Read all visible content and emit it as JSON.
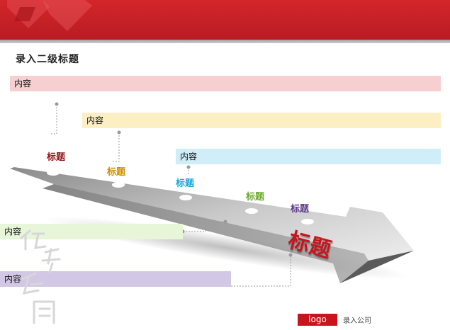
{
  "header": {
    "subtitle": "录入二级标题"
  },
  "content_boxes": [
    {
      "text": "内容",
      "color": "#f6d0d0"
    },
    {
      "text": "内容",
      "color": "#fcefc4"
    },
    {
      "text": "内容",
      "color": "#cfeefa"
    },
    {
      "text": "内容",
      "color": "#e7f5d8"
    },
    {
      "text": "内容",
      "color": "#d2c7e5"
    }
  ],
  "step_labels": [
    {
      "text": "标题",
      "color": "#8b1a1a"
    },
    {
      "text": "标题",
      "color": "#d08a00"
    },
    {
      "text": "标题",
      "color": "#1aa6de"
    },
    {
      "text": "标题",
      "color": "#6aaa2a"
    },
    {
      "text": "标题",
      "color": "#5d3a8a"
    }
  ],
  "arrow_title": "标题",
  "footer": {
    "logo": "logo",
    "company": "录入公司"
  },
  "colors": {
    "brand_red": "#c8141d",
    "banner_red": "#d3262b"
  }
}
